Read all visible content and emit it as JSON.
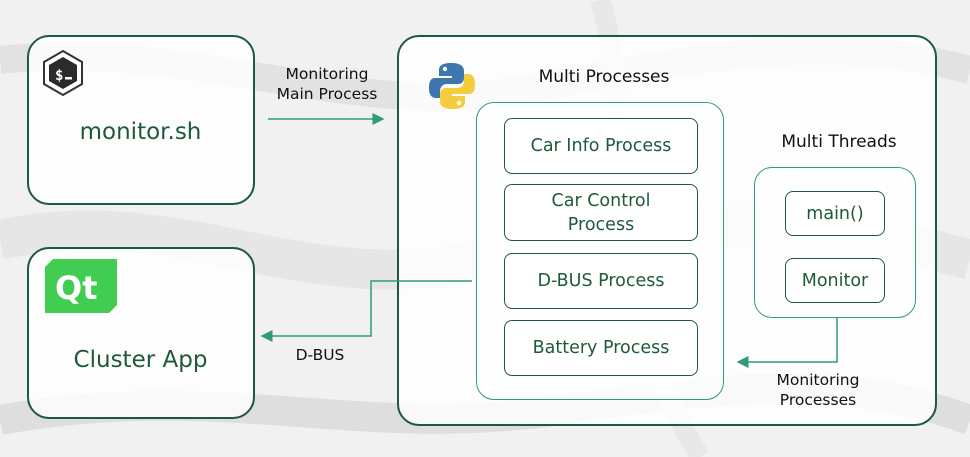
{
  "monitor": {
    "title": "monitor.sh",
    "icon": "bash-terminal-icon"
  },
  "cluster": {
    "title": "Cluster App",
    "icon": "qt-logo-icon"
  },
  "arrows": {
    "monitoring_main": "Monitoring\nMain Process",
    "dbus": "D-BUS",
    "monitoring_processes": "Monitoring\nProcesses"
  },
  "python_box": {
    "icon": "python-logo-icon",
    "multi_processes_title": "Multi Processes",
    "processes": [
      {
        "label": "Car Info Process"
      },
      {
        "label": "Car Control\nProcess"
      },
      {
        "label": "D-BUS Process"
      },
      {
        "label": "Battery Process"
      }
    ],
    "multi_threads_title": "Multi Threads",
    "threads": [
      {
        "label": "main()"
      },
      {
        "label": "Monitor"
      }
    ]
  },
  "colors": {
    "accent": "#1e5a3a",
    "teal": "#2f9b7a",
    "qt_green": "#41cd52"
  }
}
